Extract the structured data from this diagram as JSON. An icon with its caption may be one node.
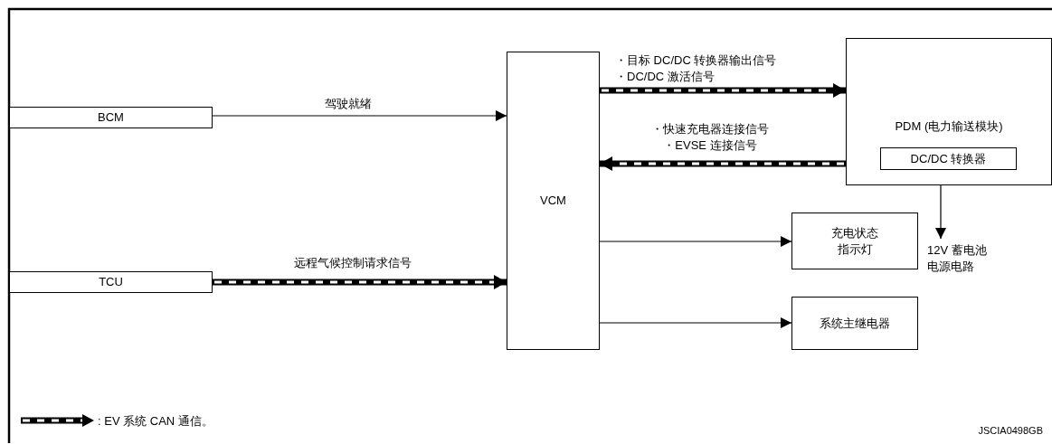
{
  "diagram": {
    "nodes": [
      {
        "text": [
          "BCM"
        ]
      },
      {
        "text": [
          "TCU"
        ]
      },
      {
        "text": [
          "VCM"
        ]
      },
      {
        "text": [
          "PDM (电力输送模块)"
        ]
      },
      {
        "text": [
          "DC/DC 转换器"
        ],
        "in": 3
      },
      {
        "text": [
          "12V 蓄电池电源电路"
        ]
      },
      {
        "text": [
          "充电状态指示灯"
        ]
      },
      {
        "text": [
          "系统主继电器"
        ]
      }
    ],
    "edges": [
      {
        "from": 0,
        "to": 2,
        "arrow": "to",
        "label": "驾驶就绪"
      },
      {
        "from": 1,
        "to": 2,
        "arrow": "to",
        "label": "远程气候控制请求信号",
        "style": "thick"
      },
      {
        "from": 2,
        "to": 3,
        "arrow": "to",
        "label": "・目标 DC/DC 转换器输出信号・DC/DC 激活信号",
        "style": "thick"
      },
      {
        "from": 3,
        "to": 2,
        "arrow": "to",
        "label": "・快速充电器连接信号・EVSE 连接信号",
        "style": "thick"
      },
      {
        "from": 3,
        "to": 5,
        "arrow": "to"
      },
      {
        "from": 2,
        "to": 6,
        "arrow": "to"
      },
      {
        "from": 2,
        "to": 7,
        "arrow": "to"
      }
    ],
    "labels": [
      "JSCIA0498GB"
    ],
    "legend": [
      {
        "text": ": EV 系统 CAN 通信。"
      }
    ]
  }
}
